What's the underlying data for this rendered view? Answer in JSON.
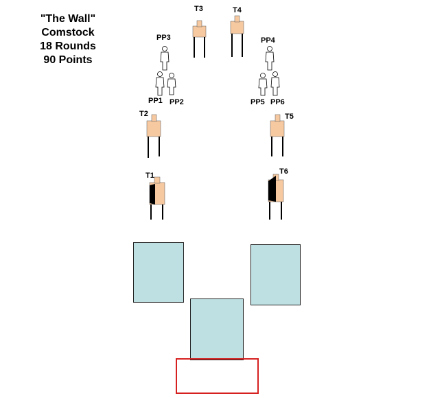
{
  "stage_info": {
    "title": "\"The Wall\"",
    "line2": "Comstock",
    "line3": "18 Rounds",
    "line4": "90 Points"
  },
  "targets": [
    {
      "id": "t1",
      "label": "T1",
      "hardcover": "left"
    },
    {
      "id": "t2",
      "label": "T2",
      "hardcover": "none"
    },
    {
      "id": "t3",
      "label": "T3",
      "hardcover": "none"
    },
    {
      "id": "t4",
      "label": "T4",
      "hardcover": "none"
    },
    {
      "id": "t5",
      "label": "T5",
      "hardcover": "none"
    },
    {
      "id": "t6",
      "label": "T6",
      "hardcover": "left"
    }
  ],
  "no_shoots": [
    {
      "id": "pp1",
      "label": "PP1"
    },
    {
      "id": "pp2",
      "label": "PP2"
    },
    {
      "id": "pp3",
      "label": "PP3"
    },
    {
      "id": "pp4",
      "label": "PP4"
    },
    {
      "id": "pp5",
      "label": "PP5"
    },
    {
      "id": "pp6",
      "label": "PP6"
    }
  ],
  "colors": {
    "target_fill": "#f7c9a1",
    "hardcover": "#000000",
    "barricade": "#bee0e3",
    "fault_line": "#d62020",
    "no_shoot_fill": "#ffffff"
  }
}
